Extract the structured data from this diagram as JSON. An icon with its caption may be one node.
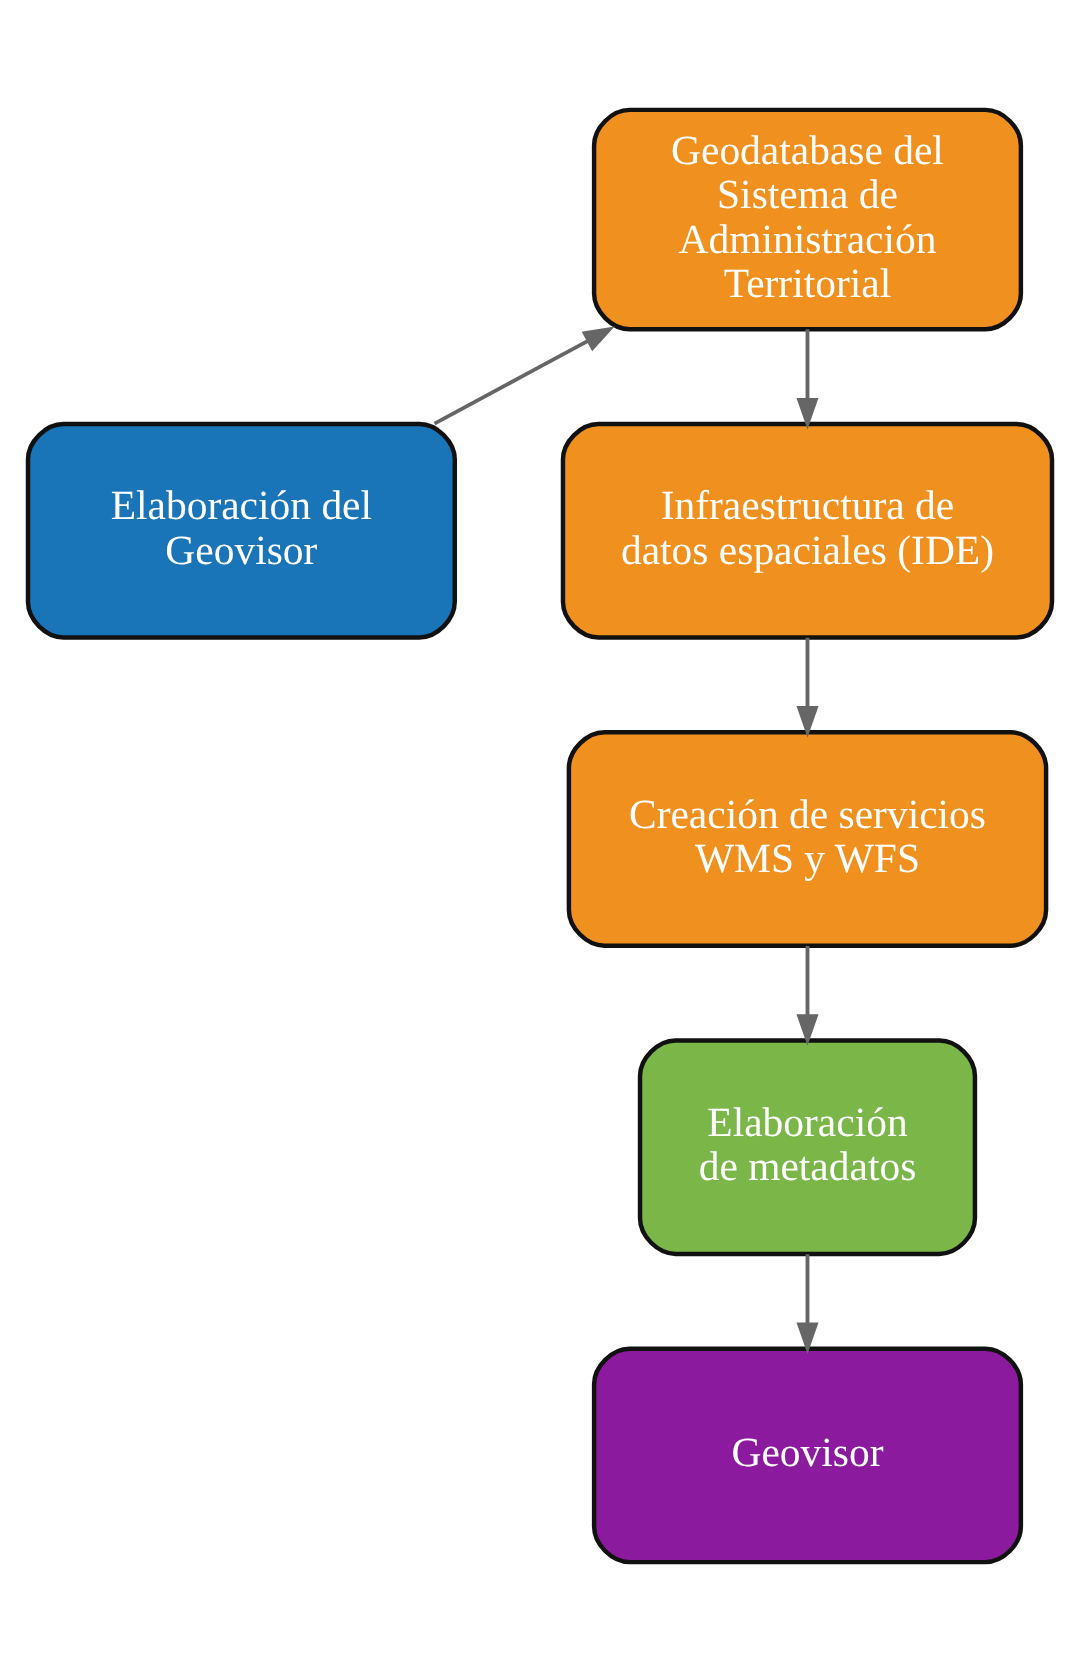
{
  "diagram": {
    "nodes": [
      {
        "text": [
          "Elaboración del Geovisor"
        ]
      },
      {
        "text": [
          "Geodatabase del Sistema de Administración Territorial"
        ]
      },
      {
        "text": [
          "Infraestructura de datos espaciales (IDE)"
        ]
      },
      {
        "text": [
          "Creación de servicios WMS y WFS"
        ]
      },
      {
        "text": [
          "Elaboración de metadatos"
        ]
      },
      {
        "text": [
          "Geovisor"
        ]
      }
    ],
    "edges": [
      {
        "from": 0,
        "to": 1,
        "arrow": "to"
      },
      {
        "from": 1,
        "to": 2,
        "arrow": "to"
      },
      {
        "from": 2,
        "to": 3,
        "arrow": "to"
      },
      {
        "from": 3,
        "to": 4,
        "arrow": "to"
      },
      {
        "from": 4,
        "to": 5,
        "arrow": "to"
      }
    ]
  }
}
